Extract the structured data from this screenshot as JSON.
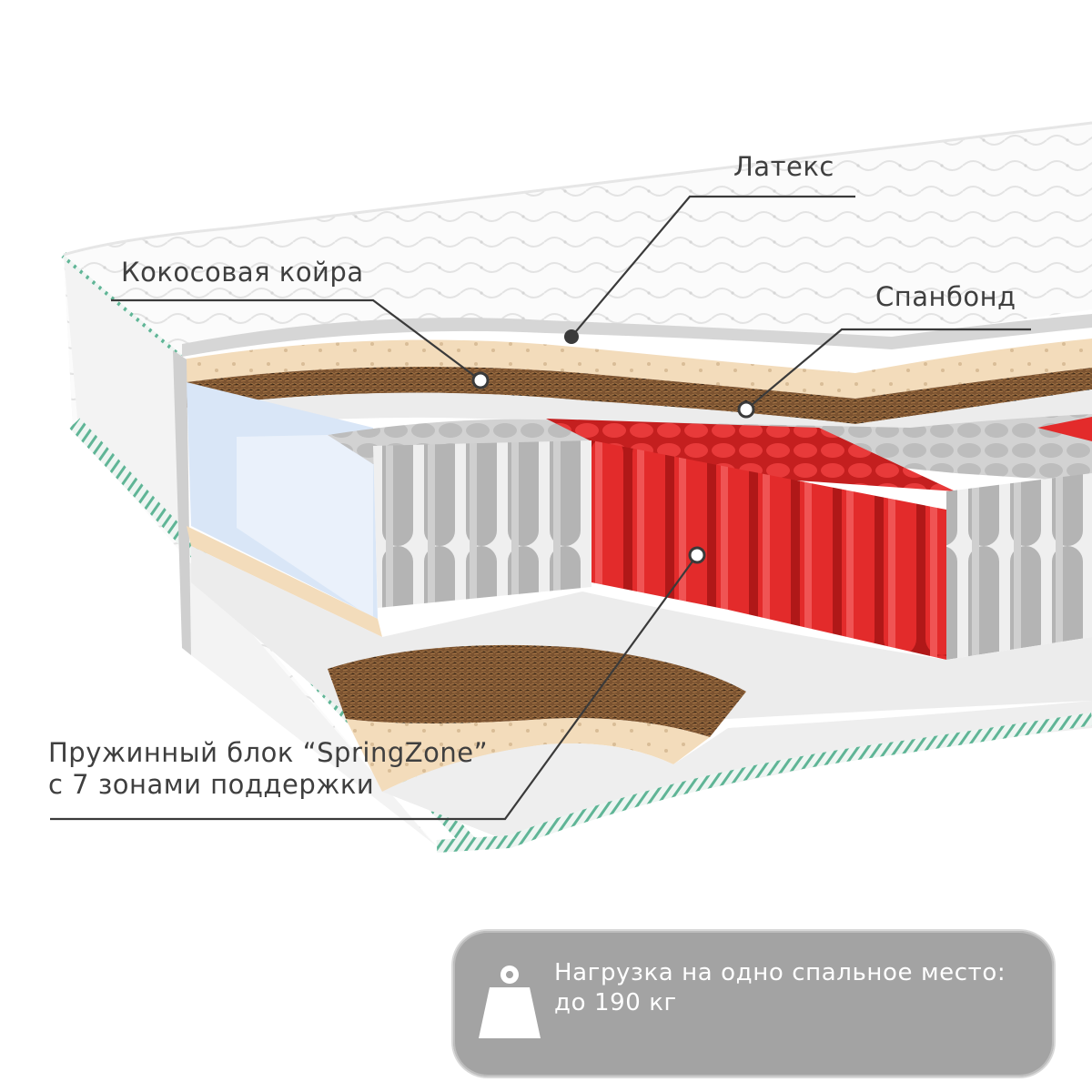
{
  "labels": {
    "latex": "Латекс",
    "coir": "Кокосовая койра",
    "spunbond": "Спанбонд",
    "spring_line1": "Пружинный блок “SpringZone”",
    "spring_line2": "с 7 зонами поддержки"
  },
  "badge": {
    "icon": "weight-icon",
    "line1": "Нагрузка на одно спальное место:",
    "line2": "до 190 кг"
  },
  "colors": {
    "accent_red": "#e32b2b",
    "spring_gray": "#b4b4b4",
    "coir_brown": "#7a5230",
    "latex_beige": "#f3dcbb",
    "foam_blue": "#d9e6f7",
    "badge_gray": "#a3a3a3",
    "edge_green": "#5fb596",
    "label_text": "#3f3f3f"
  }
}
